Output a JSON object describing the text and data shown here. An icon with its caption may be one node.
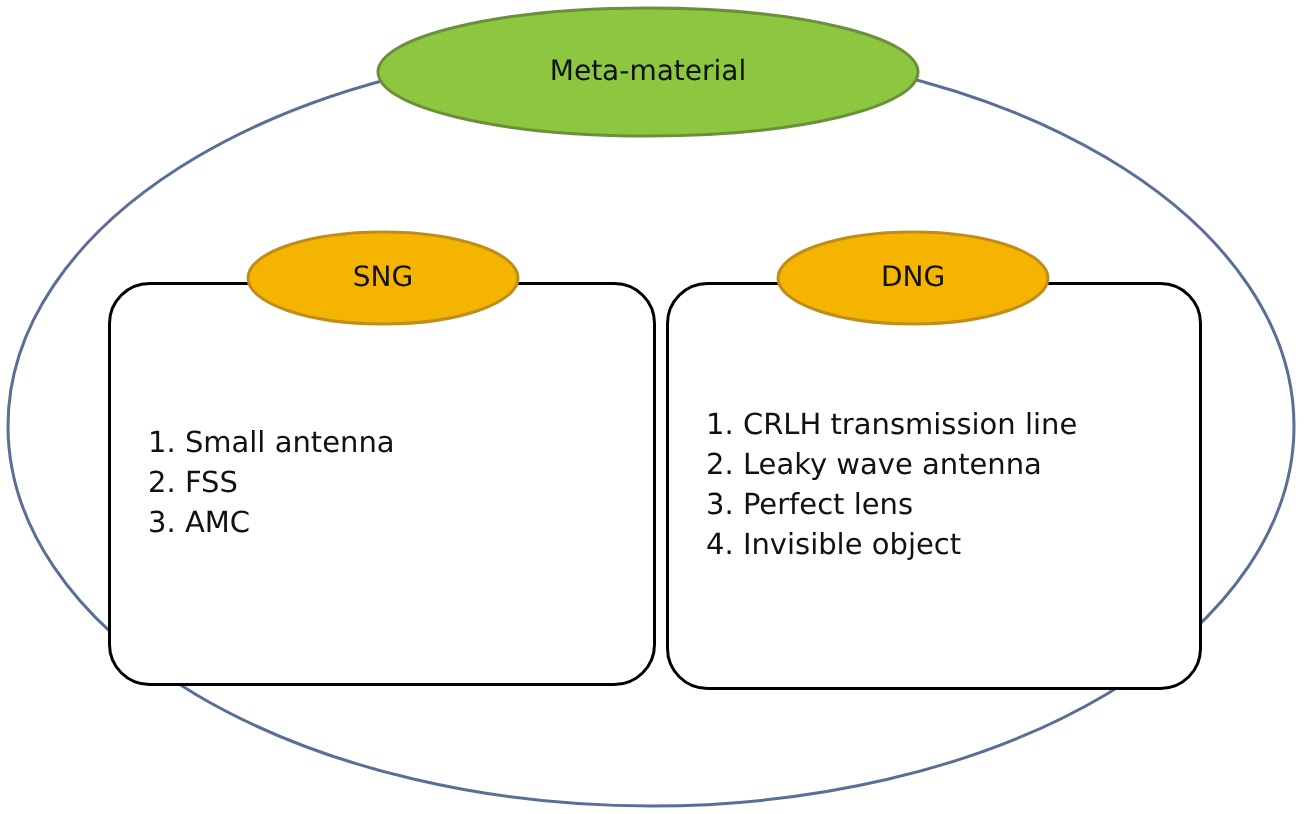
{
  "diagram": {
    "nodes": [
      {
        "text": [],
        "shape": "circle"
      },
      {
        "text": [
          "Meta-material"
        ]
      },
      {
        "text": [
          "SNG"
        ],
        "in": 0
      },
      {
        "text": [
          "1. Small antenna",
          "2. FSS",
          "3. AMC"
        ],
        "in": 0
      },
      {
        "text": [
          "DNG"
        ],
        "in": 0
      },
      {
        "text": [
          "1. CRLH transmission line",
          "2. Leaky wave antenna",
          "3. Perfect lens",
          "4. Invisible object"
        ],
        "in": 0
      }
    ]
  }
}
